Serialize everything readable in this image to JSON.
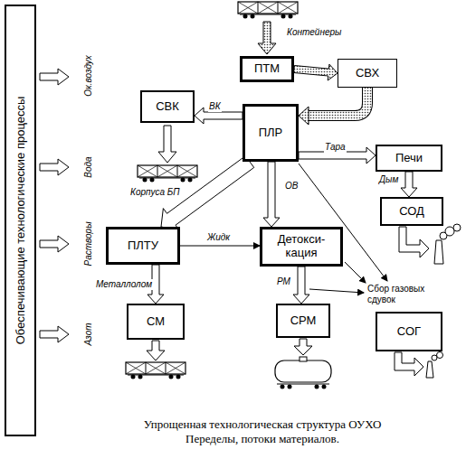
{
  "diagram": {
    "caption": "Упрощенная технологическая структура ОУХО Переделы, потоки материалов.",
    "nodes": [
      {
        "text": [
          "Обеспечивающие технологические процессы"
        ]
      },
      {
        "text": [
          "ПТМ"
        ]
      },
      {
        "text": [
          "СВХ"
        ]
      },
      {
        "text": [
          "СВК"
        ]
      },
      {
        "text": [
          "ПЛР"
        ]
      },
      {
        "text": [
          "Печи"
        ]
      },
      {
        "text": [
          "СОД"
        ]
      },
      {
        "text": [
          "ПЛТУ"
        ]
      },
      {
        "text": [
          "Детокси- кация"
        ]
      },
      {
        "text": [
          "СМ"
        ]
      },
      {
        "text": [
          "СРМ"
        ]
      },
      {
        "text": [
          "СОГ"
        ]
      }
    ],
    "edges": [
      {
        "from": 1,
        "to": 2,
        "arrow": "to"
      },
      {
        "from": 2,
        "to": 4,
        "arrow": "to"
      },
      {
        "from": 4,
        "to": 3,
        "label": "ВК",
        "arrow": "to"
      },
      {
        "from": 4,
        "to": 5,
        "label": "Тара",
        "arrow": "to"
      },
      {
        "from": 5,
        "to": 6,
        "label": "Дым",
        "arrow": "to"
      },
      {
        "from": 4,
        "to": 7,
        "label": "Корпуса БП",
        "arrow": "to"
      },
      {
        "from": 4,
        "to": 8,
        "label": "ОВ",
        "arrow": "to"
      },
      {
        "from": 7,
        "to": 8,
        "label": "Жидк",
        "arrow": "to"
      },
      {
        "from": 7,
        "to": 9,
        "label": "Металлолом",
        "arrow": "to"
      },
      {
        "from": 8,
        "to": 10,
        "label": "РМ",
        "arrow": "to"
      }
    ],
    "labels": [
      "Контейнеры",
      "Ок.воздух",
      "Вода",
      "Растворы",
      "Азот",
      "Сбор газовых сдувок"
    ]
  }
}
